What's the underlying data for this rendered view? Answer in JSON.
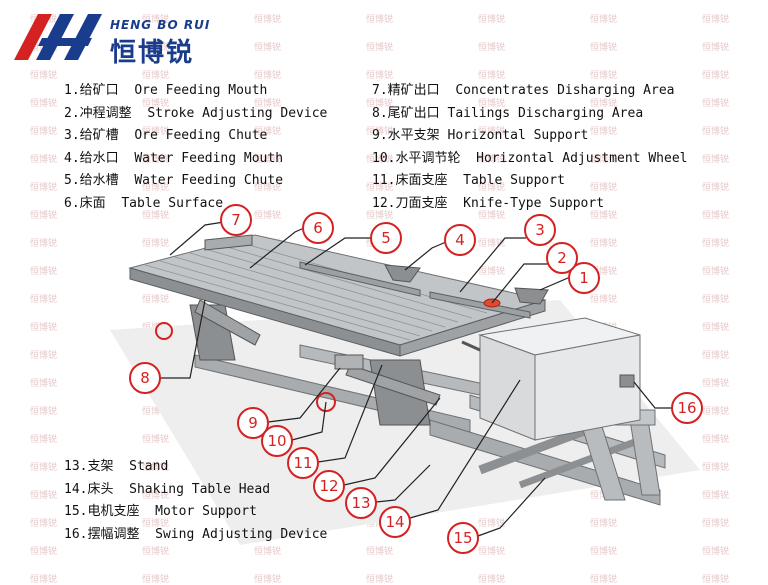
{
  "brand": {
    "name_en": "HENG BO RUI",
    "name_cn": "恒博锐",
    "watermark": "恒博锐",
    "logo_colors": {
      "red": "#d42222",
      "blue": "#1a3c8c"
    }
  },
  "legend": [
    {
      "num": "1.",
      "cn": "给矿口",
      "en": "Ore Feeding Mouth"
    },
    {
      "num": "2.",
      "cn": "冲程调整",
      "en": "Stroke Adjusting Device"
    },
    {
      "num": "3.",
      "cn": "给矿槽",
      "en": "Ore Feeding Chute"
    },
    {
      "num": "4.",
      "cn": "给水口",
      "en": "Water Feeding Mouth"
    },
    {
      "num": "5.",
      "cn": "给水槽",
      "en": "Water Feeding Chute"
    },
    {
      "num": "6.",
      "cn": "床面",
      "en": "Table Surface"
    },
    {
      "num": "7.",
      "cn": "精矿出口",
      "en": "Concentrates Disharging Area"
    },
    {
      "num": "8.",
      "cn": "尾矿出口",
      "en": "Tailings Discharging Area"
    },
    {
      "num": "9.",
      "cn": "水平支架",
      "en": "Horizontal Support"
    },
    {
      "num": "10.",
      "cn": "水平调节轮",
      "en": "Horizontal Adjustment Wheel"
    },
    {
      "num": "11.",
      "cn": "床面支座",
      "en": "Table Support"
    },
    {
      "num": "12.",
      "cn": "刀面支座",
      "en": "Knife-Type Support"
    },
    {
      "num": "13.",
      "cn": "支架",
      "en": "Stand"
    },
    {
      "num": "14.",
      "cn": "床头",
      "en": "Shaking Table Head"
    },
    {
      "num": "15.",
      "cn": "电机支座",
      "en": "Motor Support"
    },
    {
      "num": "16.",
      "cn": "摆幅调整",
      "en": "Swing Adjusting Device"
    }
  ],
  "callouts": [
    "1",
    "2",
    "3",
    "4",
    "5",
    "6",
    "7",
    "8",
    "9",
    "10",
    "11",
    "12",
    "13",
    "14",
    "15",
    "16"
  ],
  "colors": {
    "callout": "#d42222",
    "machine": "#a9acaf",
    "machine_dark": "#6e7275",
    "head": "#e6e8ea"
  }
}
